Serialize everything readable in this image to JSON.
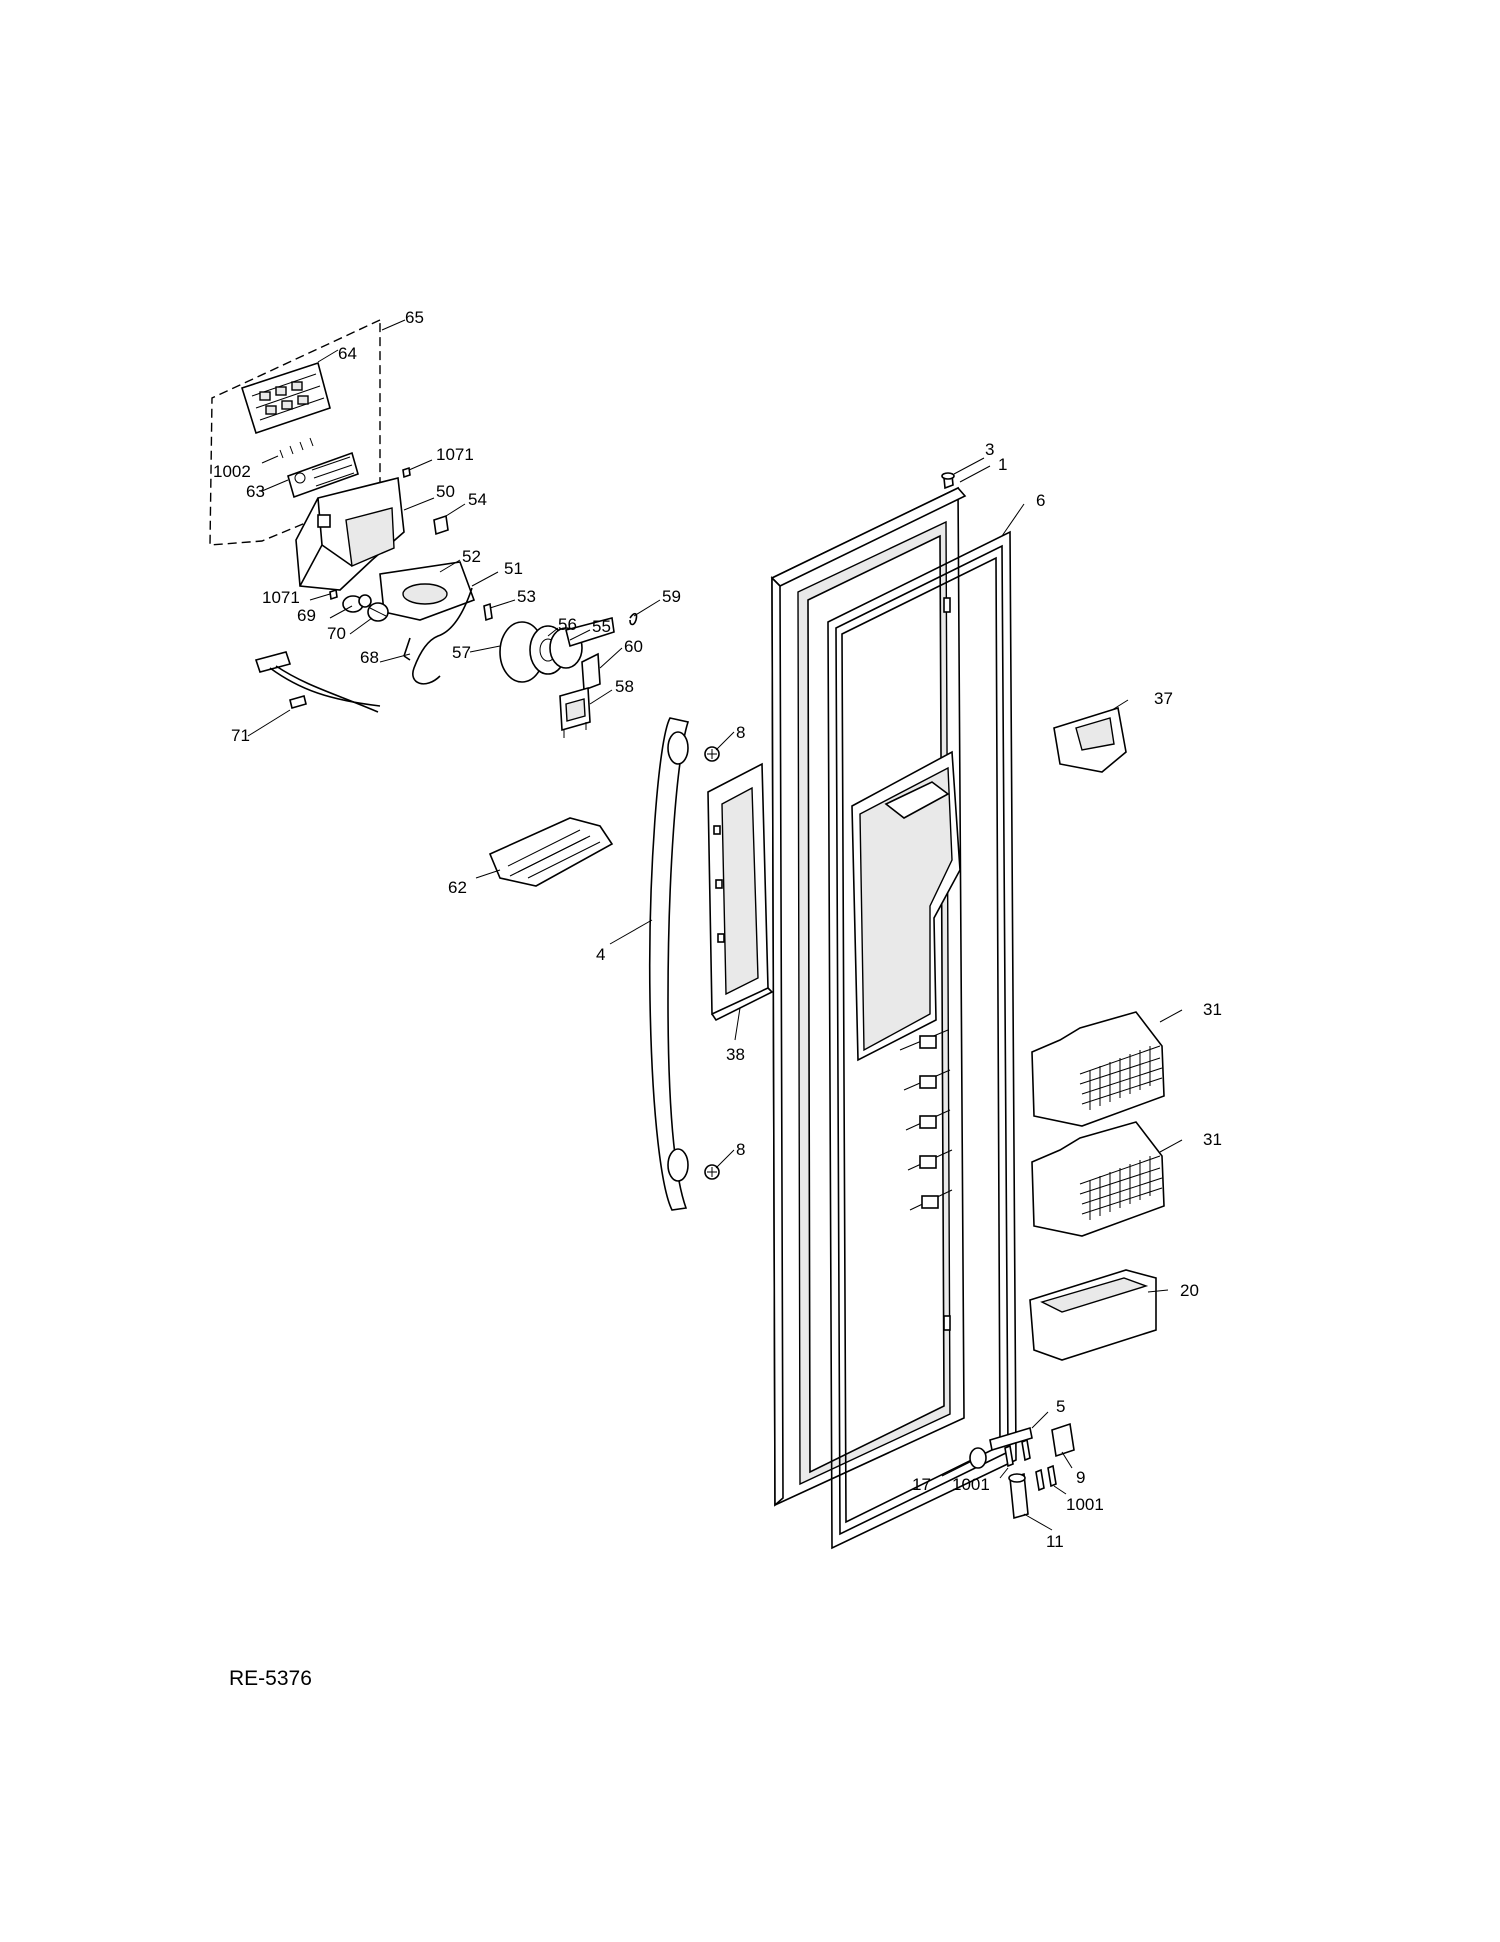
{
  "drawing_id": "RE-5376",
  "callouts": {
    "c1": "1",
    "c3": "3",
    "c4": "4",
    "c5": "5",
    "c6": "6",
    "c8a": "8",
    "c8b": "8",
    "c9": "9",
    "c11": "11",
    "c17": "17",
    "c20": "20",
    "c31a": "31",
    "c31b": "31",
    "c37": "37",
    "c38": "38",
    "c50": "50",
    "c51": "51",
    "c52": "52",
    "c53": "53",
    "c54": "54",
    "c55": "55",
    "c56": "56",
    "c57": "57",
    "c58": "58",
    "c59": "59",
    "c60": "60",
    "c62": "62",
    "c63": "63",
    "c64": "64",
    "c65": "65",
    "c68": "68",
    "c69": "69",
    "c70": "70",
    "c71": "71",
    "c1001a": "1001",
    "c1001b": "1001",
    "c1002": "1002",
    "c1071a": "1071",
    "c1071b": "1071"
  }
}
